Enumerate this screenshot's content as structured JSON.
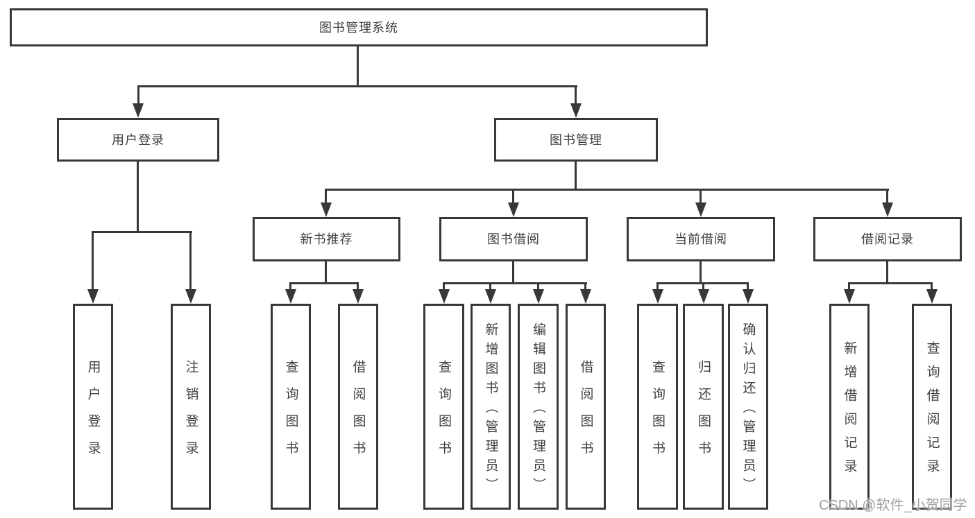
{
  "root": {
    "label": "图书管理系统"
  },
  "level2": {
    "user_login": {
      "label": "用户登录"
    },
    "book_management": {
      "label": "图书管理"
    }
  },
  "level3": {
    "new_book_recommend": {
      "label": "新书推荐"
    },
    "book_borrowing": {
      "label": "图书借阅"
    },
    "current_borrowing": {
      "label": "当前借阅"
    },
    "borrowing_records": {
      "label": "借阅记录"
    }
  },
  "leaves": {
    "user_login": {
      "label": "用户登录"
    },
    "logout": {
      "label": "注销登录"
    },
    "recommend_query_books": {
      "label": "查询图书"
    },
    "recommend_borrow_books": {
      "label": "借阅图书"
    },
    "borrowing_query_books": {
      "label": "查询图书"
    },
    "borrowing_add_books": {
      "label": "新增图书（管理员）"
    },
    "borrowing_edit_books": {
      "label": "编辑图书（管理员）"
    },
    "borrowing_borrow_books": {
      "label": "借阅图书"
    },
    "current_query_books": {
      "label": "查询图书"
    },
    "current_return_books": {
      "label": "归还图书"
    },
    "current_confirm_return": {
      "label": "确认归还（管理员）"
    },
    "records_add_record": {
      "label": "新增借阅记录"
    },
    "records_query_record": {
      "label": "查询借阅记录"
    }
  },
  "watermark": {
    "text": "CSDN @软件_小贺同学"
  },
  "colors": {
    "line": "#383838",
    "box_border": "#383838",
    "text": "#3f3f3f",
    "background": "#ffffff",
    "watermark": "#a0a0a0"
  }
}
